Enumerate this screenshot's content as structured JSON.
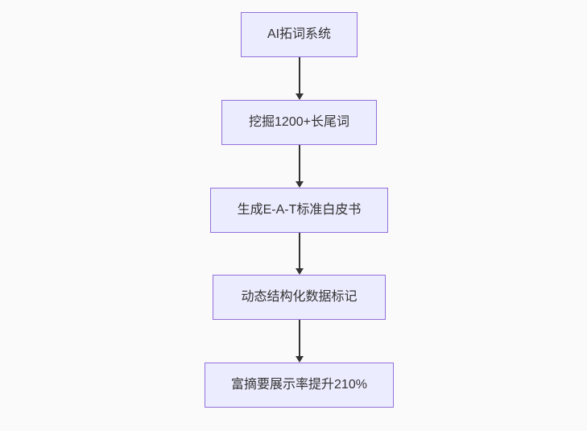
{
  "canvas": {
    "background_color": "#fafafa"
  },
  "flowchart": {
    "type": "vertical-flowchart",
    "direction": "top-down",
    "node_fill_color": "#ECECFF",
    "node_border_color": "#9370DB",
    "edge_color": "#333333",
    "text_color": "#333333",
    "nodes": [
      {
        "id": "step-1",
        "label": "AI拓词系统"
      },
      {
        "id": "step-2",
        "label": "挖掘1200+长尾词"
      },
      {
        "id": "step-3",
        "label": "生成E-A-T标准白皮书"
      },
      {
        "id": "step-4",
        "label": "动态结构化数据标记"
      },
      {
        "id": "step-5",
        "label": "富摘要展示率提升210%"
      }
    ],
    "edges": [
      {
        "from": "step-1",
        "to": "step-2"
      },
      {
        "from": "step-2",
        "to": "step-3"
      },
      {
        "from": "step-3",
        "to": "step-4"
      },
      {
        "from": "step-4",
        "to": "step-5"
      }
    ]
  }
}
